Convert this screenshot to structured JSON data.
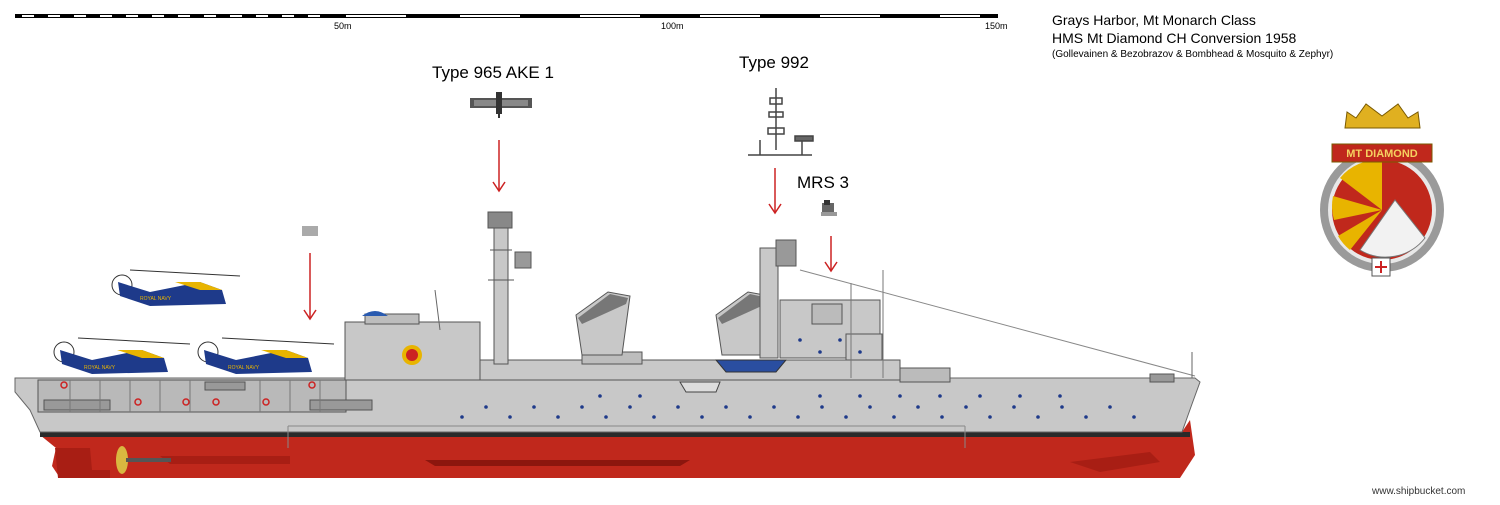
{
  "scale_bar": {
    "ticks": [
      "50m",
      "100m",
      "150m"
    ]
  },
  "header": {
    "title": "Grays Harbor, Mt Monarch Class",
    "subtitle": "HMS Mt Diamond CH Conversion 1958",
    "credits_line": "(Gollevainen & Bezobrazov & Bombhead & Mosquito & Zephyr)"
  },
  "callouts": {
    "radar_965": "Type 965  AKE 1",
    "radar_992": "Type 992",
    "mrs3": "MRS 3"
  },
  "badge": {
    "name": "MT DIAMOND"
  },
  "helicopter": {
    "marking": "ROYAL NAVY"
  },
  "footer": {
    "watermark": "www.shipbucket.com"
  },
  "colors": {
    "hull_grey": "#c8c8c8",
    "hull_red": "#c0281c",
    "boot_top": "#2a2a2a",
    "arrow_red": "#cc2222",
    "heli_blue": "#1e3a8a",
    "heli_yellow": "#e8b400",
    "badge_gold": "#e0b020",
    "badge_rope": "#9a9a9a"
  }
}
